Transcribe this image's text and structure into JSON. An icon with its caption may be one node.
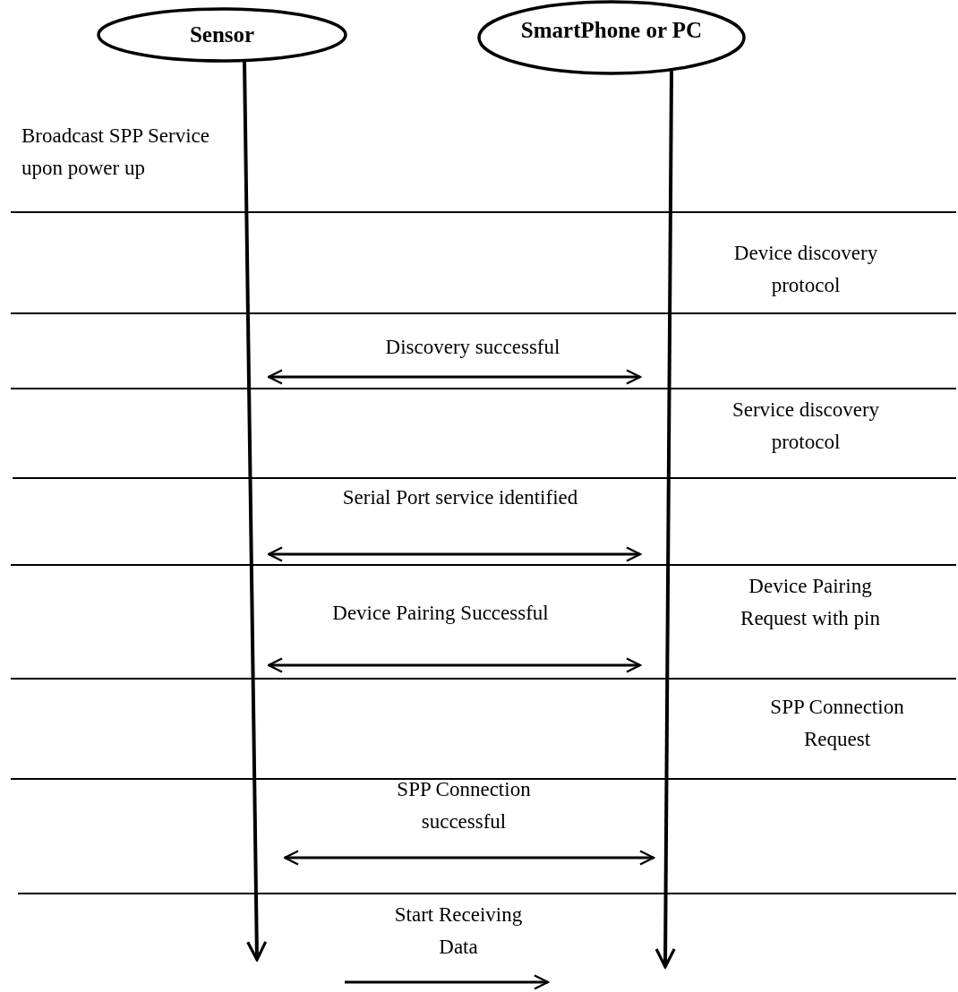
{
  "diagram": {
    "nodes": [
      {
        "text": [
          "Sensor"
        ]
      },
      {
        "text": [
          "SmartPhone or PC"
        ]
      }
    ],
    "edges": [
      {
        "from": 0,
        "to": null,
        "arrow": "to"
      },
      {
        "from": 1,
        "to": null,
        "arrow": "to"
      }
    ],
    "labels": [
      "Broadcast SPP Service upon power up",
      "Device discovery protocol",
      "Discovery successful",
      "Service discovery protocol",
      "Serial Port service identified",
      "Device Pairing Request with pin",
      "Device Pairing Successful",
      "SPP Connection Request",
      "SPP Connection successful",
      "Start Receiving Data"
    ]
  }
}
